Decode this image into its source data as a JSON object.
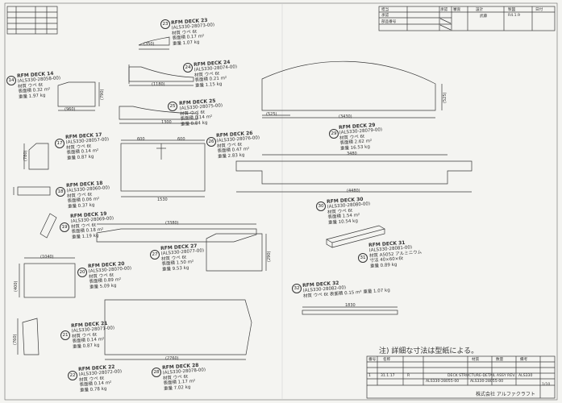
{
  "parts": [
    {
      "no": "14",
      "title": "RFM DECK 14",
      "code": "(ALS330-28058-00)",
      "mat": "材質 ウペ 6t",
      "area": "表面積 0.32 m²",
      "weight": "重量 1.97 kg"
    },
    {
      "no": "17",
      "title": "RFM DECK 17",
      "code": "(ALS330-28057-00)",
      "mat": "材質 ウペ 6t",
      "area": "表面積 0.14 m²",
      "weight": "重量 0.87 kg"
    },
    {
      "no": "18",
      "title": "RFM DECK 18",
      "code": "(ALS330-28060-00)",
      "mat": "材質 ウペ 6t",
      "area": "表面積 0.06 m²",
      "weight": "重量 0.37 kg"
    },
    {
      "no": "19",
      "title": "RFM DECK 19",
      "code": "(ALS330-28069-00)",
      "mat": "材質 ウペ 6t",
      "area": "表面積 0.18 m²",
      "weight": "重量 1.19 kg"
    },
    {
      "no": "20",
      "title": "RFM DECK 20",
      "code": "(ALS330-28070-00)",
      "mat": "材質 ウペ 6t",
      "area": "表面積 0.89 m²",
      "weight": "重量 5.09 kg"
    },
    {
      "no": "21",
      "title": "RFM DECK 21",
      "code": "(ALS330-28071-00)",
      "mat": "材質 ウペ 6t",
      "area": "表面積 0.14 m²",
      "weight": "重量 0.87 kg"
    },
    {
      "no": "22",
      "title": "RFM DECK 22",
      "code": "(ALS330-28072-00)",
      "mat": "材質 ウペ 6t",
      "area": "表面積 0.14 m²",
      "weight": "重量 0.78 kg"
    },
    {
      "no": "23",
      "title": "RFM DECK 23",
      "code": "(ALS330-28073-00)",
      "mat": "材質 ウペ 6t",
      "area": "表面積 0.17 m²",
      "weight": "重量 1.07 kg"
    },
    {
      "no": "24",
      "title": "RFM DECK 24",
      "code": "(ALS330-28074-00)",
      "mat": "材質 ウペ 6t",
      "area": "表面積 0.21 m²",
      "weight": "重量 1.15 kg"
    },
    {
      "no": "25",
      "title": "RFM DECK 25",
      "code": "(ALS330-28075-00)",
      "mat": "材質 ウペ 6t",
      "area": "表面積 0.14 m²",
      "weight": "重量 0.84 kg"
    },
    {
      "no": "26",
      "title": "RFM DECK 26",
      "code": "(ALS330-28076-00)",
      "mat": "材質 ウペ 6t",
      "area": "表面積 0.47 m²",
      "weight": "重量 2.83 kg"
    },
    {
      "no": "27",
      "title": "RFM DECK 27",
      "code": "(ALS330-28077-00)",
      "mat": "材質 ウペ 6t",
      "area": "表面積 1.50 m²",
      "weight": "重量 9.53 kg"
    },
    {
      "no": "28",
      "title": "RFM DECK 28",
      "code": "(ALS330-28078-00)",
      "mat": "材質 ウペ 6t",
      "area": "表面積 1.17 m²",
      "weight": "重量 7.02 kg"
    },
    {
      "no": "29",
      "title": "RFM DECK 29",
      "code": "(ALS330-28079-00)",
      "mat": "材質 ウペ 6t",
      "area": "表面積 2.62 m²",
      "weight": "重量 16.53 kg"
    },
    {
      "no": "30",
      "title": "RFM DECK 30",
      "code": "(ALS330-28080-00)",
      "mat": "材質 ウペ 6t",
      "area": "表面積 1.54 m²",
      "weight": "重量 10.54 kg"
    },
    {
      "no": "31",
      "title": "RFM DECK 31",
      "code": "(ALS330-28081-00)",
      "mat": "材質 A5052 アルミニウム",
      "area": "寸法 40×60×6t",
      "weight": "重量 0.89 kg"
    },
    {
      "no": "32",
      "title": "RFM DECK 32",
      "code": "(ALS330-28082-00)",
      "mat": "材質 ウペ 6t  表面積 0.15 m²  重量 1.07 kg",
      "area": "",
      "weight": ""
    }
  ],
  "dims": {
    "d23": "(350)",
    "d24": "(1180)",
    "d25": "1300",
    "d14w": "(960)",
    "d14h": "(790)",
    "d29w": "(3430)",
    "d29s": "(525)",
    "d29h": "(525)",
    "d26a": "600",
    "d26b": "600",
    "d26w": "1530",
    "d17h": "(780)",
    "d28w": "(4480)",
    "d28t": "3480",
    "d19w": "(3380)",
    "d20w": "(1040)",
    "d20h": "(400)",
    "d21h": "(760)",
    "d27w": "(2760)",
    "d32w": "1830",
    "d27h": "(290)"
  },
  "title_block": {
    "r1": [
      "図 名",
      "承認",
      "審査",
      "設計",
      "製図",
      "日付"
    ],
    "r2": [
      "名前",
      "",
      "",
      "",
      "武藤",
      "R4.1.9"
    ],
    "left_rows": [
      "担当",
      "承認",
      "部品番号"
    ],
    "bottom_labels": [
      "番号",
      "名称",
      "材質",
      "数量",
      "備考"
    ],
    "mid_row": [
      "1",
      "31.1.17",
      "R",
      "ALS330-28055-00"
    ],
    "drawing_title": "DECK STRUCTURE-DETAIL ASSY REV.",
    "drawing_no": "ALS330-28055-00",
    "drawing_no2": "ALS330",
    "scale": "1/10",
    "company": "株式会社 アルファクラフト"
  },
  "note": "注) 詳細な寸法は型紙による。",
  "rev_table": {
    "rows": [
      "",
      "",
      "",
      ""
    ]
  }
}
